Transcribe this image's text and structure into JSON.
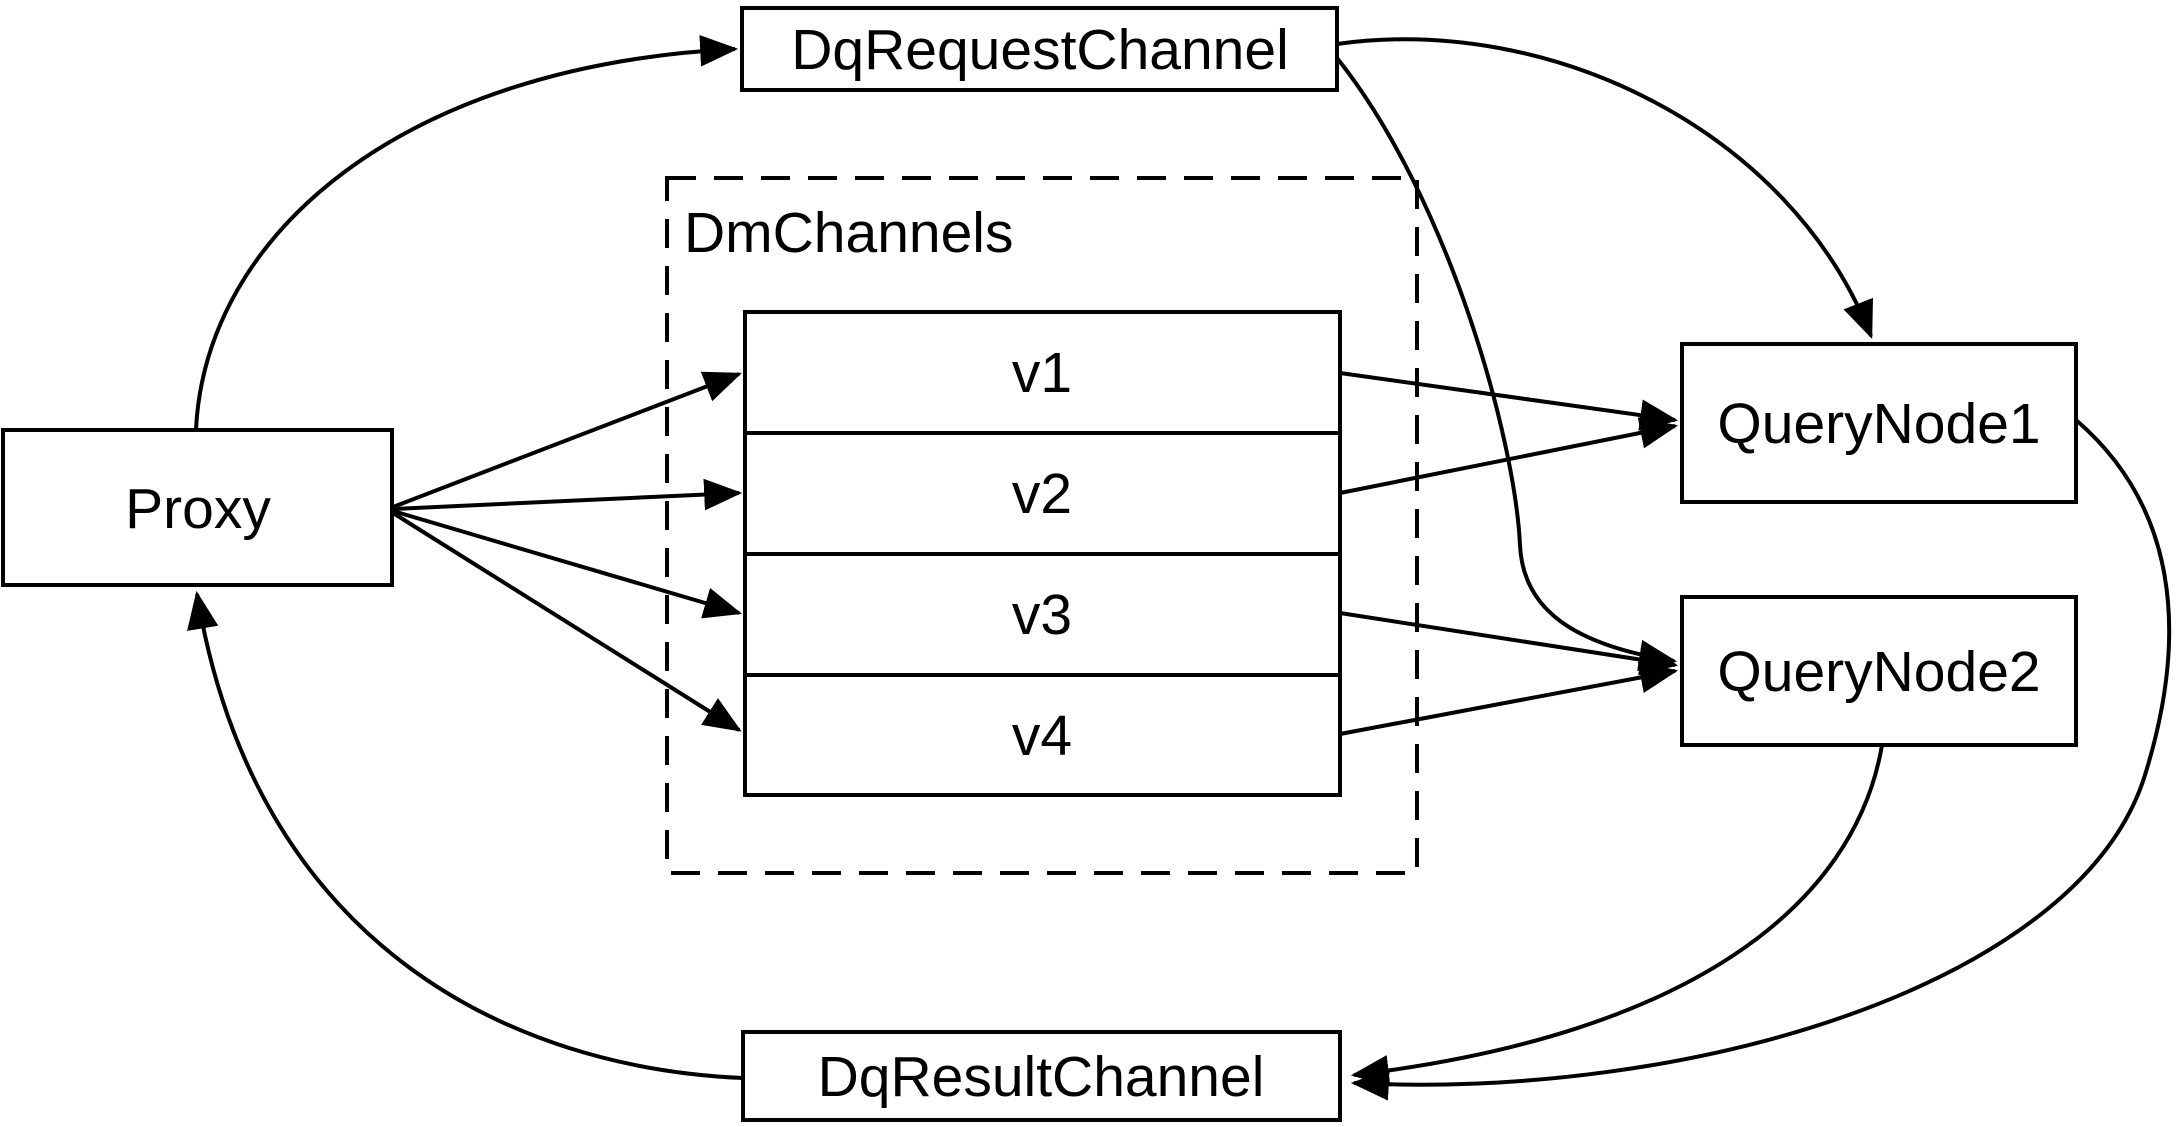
{
  "colors": {
    "ink": "#000000",
    "paper": "#ffffff"
  },
  "nodes": {
    "proxy": {
      "label": "Proxy"
    },
    "dqRequestChannel": {
      "label": "DqRequestChannel"
    },
    "dmChannelsGroup": {
      "label": "DmChannels"
    },
    "channels": [
      {
        "label": "v1"
      },
      {
        "label": "v2"
      },
      {
        "label": "v3"
      },
      {
        "label": "v4"
      }
    ],
    "queryNode1": {
      "label": "QueryNode1"
    },
    "queryNode2": {
      "label": "QueryNode2"
    },
    "dqResultChannel": {
      "label": "DqResultChannel"
    }
  },
  "edges": [
    {
      "from": "Proxy",
      "to": "DqRequestChannel"
    },
    {
      "from": "DqRequestChannel",
      "to": "QueryNode1"
    },
    {
      "from": "DqRequestChannel",
      "to": "QueryNode2"
    },
    {
      "from": "Proxy",
      "to": "v1"
    },
    {
      "from": "Proxy",
      "to": "v2"
    },
    {
      "from": "Proxy",
      "to": "v3"
    },
    {
      "from": "Proxy",
      "to": "v4"
    },
    {
      "from": "v1",
      "to": "QueryNode1"
    },
    {
      "from": "v2",
      "to": "QueryNode1"
    },
    {
      "from": "v3",
      "to": "QueryNode2"
    },
    {
      "from": "v4",
      "to": "QueryNode2"
    },
    {
      "from": "QueryNode1",
      "to": "DqResultChannel"
    },
    {
      "from": "QueryNode2",
      "to": "DqResultChannel"
    },
    {
      "from": "DqResultChannel",
      "to": "Proxy"
    }
  ]
}
